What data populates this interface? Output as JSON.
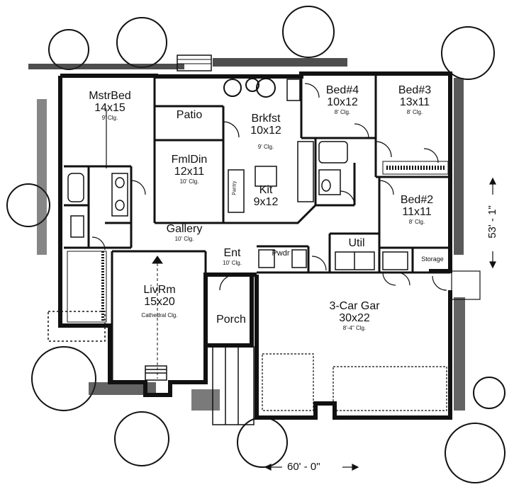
{
  "rooms": {
    "mstr_bed": {
      "name": "MstrBed",
      "size": "14x15",
      "clg": "9' Clg."
    },
    "patio": {
      "name": "Patio"
    },
    "brkfst": {
      "name": "Brkfst",
      "size": "10x12",
      "clg": "9' Clg."
    },
    "fmldin": {
      "name": "FmlDin",
      "size": "12x11",
      "clg": "10' Clg."
    },
    "kit": {
      "name": "Kit",
      "size": "9x12"
    },
    "pantry": {
      "name": "Pantry"
    },
    "bed4": {
      "name": "Bed#4",
      "size": "10x12",
      "clg": "8' Clg."
    },
    "bed3": {
      "name": "Bed#3",
      "size": "13x11",
      "clg": "8' Clg."
    },
    "bed2": {
      "name": "Bed#2",
      "size": "11x11",
      "clg": "8' Clg."
    },
    "gallery": {
      "name": "Gallery",
      "clg": "10' Clg."
    },
    "ent": {
      "name": "Ent",
      "clg": "10' Clg."
    },
    "pwdr": {
      "name": "Pwdr"
    },
    "util": {
      "name": "Util"
    },
    "storage": {
      "name": "Storage"
    },
    "livrm": {
      "name": "LivRm",
      "size": "15x20",
      "clg": "Cathedral Clg."
    },
    "porch": {
      "name": "Porch"
    },
    "garage": {
      "name": "3-Car Gar",
      "size": "30x22",
      "clg": "8'-4\" Clg."
    }
  },
  "dimensions": {
    "width": "60' - 0\"",
    "depth": "53' - 1\""
  }
}
